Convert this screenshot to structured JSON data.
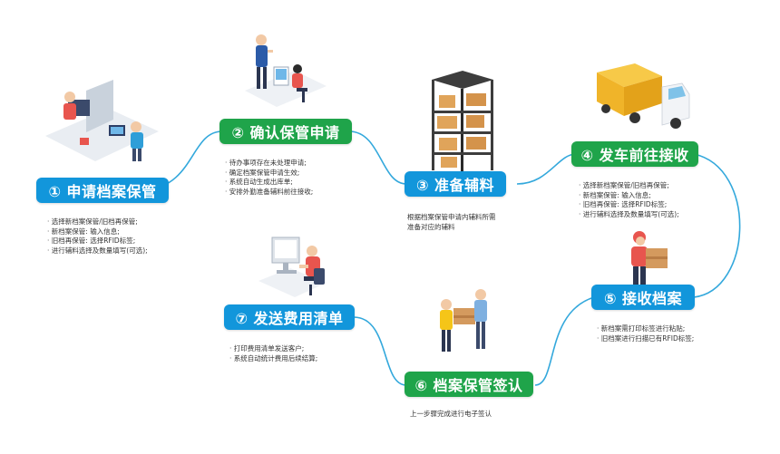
{
  "steps": [
    {
      "label": "① 申请档案保管",
      "color": "#1296db"
    },
    {
      "label": "② 确认保管申请",
      "color": "#1fa44a"
    },
    {
      "label": "③ 准备辅料",
      "color": "#1296db"
    },
    {
      "label": "④ 发车前往接收",
      "color": "#1fa44a"
    },
    {
      "label": "⑤ 接收档案",
      "color": "#1296db"
    },
    {
      "label": "⑥ 档案保管签认",
      "color": "#1fa44a"
    },
    {
      "label": "⑦ 发送费用清单",
      "color": "#1296db"
    }
  ],
  "notes": {
    "step1": [
      "选择新档案保管/旧档再保管;",
      "新档案保管: 输入信息;",
      "旧档再保管: 选择RFID标签;",
      "进行辅料选择及数量填写(可选);"
    ],
    "step2": [
      "待办事项存在未处理申请;",
      "确定档案保管申请生效;",
      "系统自动生成出库单;",
      "安排外勤准备辅料前往接收;"
    ],
    "step3": [
      "根据档案保管申请内辅料所需",
      "准备对应的辅料"
    ],
    "step4": [
      "选择新档案保管/旧档再保管;",
      "新档案保管: 输入信息;",
      "旧档再保管: 选择RFID标签;",
      "进行辅料选择及数量填写(可选);"
    ],
    "step5": [
      "新档案需打印标签进行粘贴;",
      "旧档案进行扫描已有RFID标签;"
    ],
    "step6": [
      "上一步骤完成进行电子签认"
    ],
    "step7": [
      "打印费用清单发送客户;",
      "系统自动统计费用后续结算;"
    ]
  },
  "icons": [
    "office-workers-icon",
    "manager-desk-icon",
    "storage-shelf-icon",
    "delivery-truck-icon",
    "courier-box-icon",
    "handover-people-icon",
    "computer-worker-icon"
  ],
  "colors": {
    "blue": "#1296db",
    "green": "#1fa44a",
    "line": "#33a8dc"
  }
}
